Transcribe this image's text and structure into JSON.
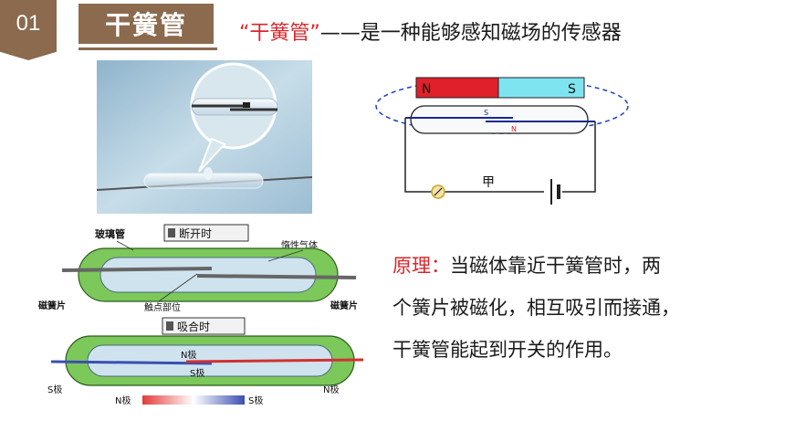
{
  "section": {
    "number": "01",
    "title": "干簧管"
  },
  "headline": {
    "quoted_term": "“干簧管”",
    "rest": "——是一种能够感知磁场的传感器"
  },
  "circuit": {
    "magnet_n": "N",
    "magnet_s": "S",
    "reed_s": "S",
    "reed_n": "N",
    "lamp_label": "甲",
    "colors": {
      "magnet_north": "#e0202a",
      "magnet_south": "#7ee4f0",
      "field_line": "#1f3fbf"
    }
  },
  "open_state": {
    "tag": "断开时",
    "glass_label": "玻璃管",
    "gas_label": "惰性气体",
    "contact_label": "触点部位",
    "reed_left_label": "磁簧片",
    "reed_right_label": "磁簧片"
  },
  "closed_state": {
    "tag": "吸合时",
    "n_pole": "N极",
    "s_pole": "S极",
    "left_pole": "S极",
    "right_pole": "N极",
    "gradient_left": "N极",
    "gradient_right": "S极"
  },
  "principle": {
    "label": "原理：",
    "line1": "当磁体靠近干簧管时，两",
    "line2": "个簧片被磁化，相互吸引而接通，",
    "line3": "干簧管能起到开关的作用。"
  }
}
